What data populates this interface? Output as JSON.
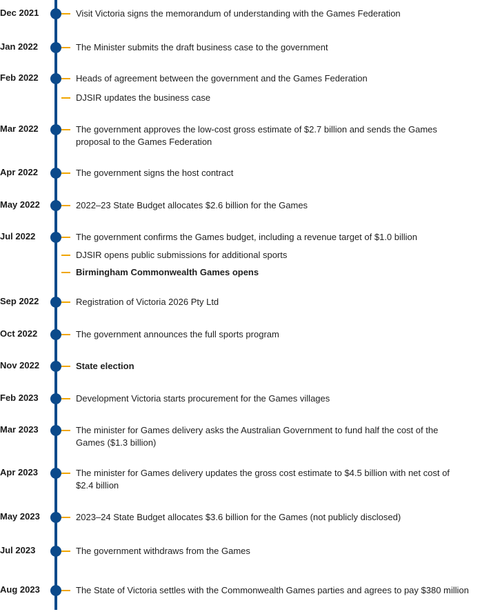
{
  "timeline": {
    "entries": [
      {
        "date": "Dec 2021",
        "events": [
          {
            "text": "Visit Victoria signs the memorandum of understanding with the Games Federation"
          }
        ]
      },
      {
        "date": "Jan 2022",
        "events": [
          {
            "text": "The Minister submits the draft business case to the government"
          }
        ]
      },
      {
        "date": "Feb 2022",
        "events": [
          {
            "text": "Heads of agreement between the government and the Games Federation"
          },
          {
            "text": "DJSIR updates the business case"
          }
        ]
      },
      {
        "date": "Mar 2022",
        "events": [
          {
            "text": "The government approves the low-cost gross estimate of $2.7 billion and sends the Games proposal to the Games Federation"
          }
        ]
      },
      {
        "date": "Apr 2022",
        "events": [
          {
            "text": "The government signs the host contract"
          }
        ]
      },
      {
        "date": "May 2022",
        "events": [
          {
            "text": "2022–23 State Budget allocates $2.6 billion for the Games"
          }
        ]
      },
      {
        "date": "Jul 2022",
        "events": [
          {
            "text": "The government confirms the Games budget, including a revenue target of $1.0 billion"
          },
          {
            "text": "DJSIR opens public submissions for additional sports"
          },
          {
            "text": "Birmingham Commonwealth Games opens",
            "bold": true
          }
        ]
      },
      {
        "date": "Sep 2022",
        "events": [
          {
            "text": "Registration of Victoria 2026 Pty Ltd"
          }
        ]
      },
      {
        "date": "Oct 2022",
        "events": [
          {
            "text": "The government announces the full sports program"
          }
        ]
      },
      {
        "date": "Nov 2022",
        "events": [
          {
            "text": "State election",
            "bold": true
          }
        ]
      },
      {
        "date": "Feb 2023",
        "events": [
          {
            "text": "Development Victoria starts procurement for the Games villages"
          }
        ]
      },
      {
        "date": "Mar 2023",
        "events": [
          {
            "text": "The minister for Games delivery asks the Australian Government to fund half the cost of the Games ($1.3 billion)"
          }
        ]
      },
      {
        "date": "Apr 2023",
        "events": [
          {
            "text": "The minister for Games delivery updates the gross cost estimate to $4.5 billion with net cost of $2.4 billion"
          }
        ]
      },
      {
        "date": "May 2023",
        "events": [
          {
            "text": "2023–24 State Budget allocates $3.6 billion for the Games (not publicly disclosed)"
          }
        ]
      },
      {
        "date": "Jul 2023",
        "events": [
          {
            "text": "The government withdraws from the Games"
          }
        ]
      },
      {
        "date": "Aug 2023",
        "events": [
          {
            "text": "The State of Victoria settles with the Commonwealth Games parties and agrees to pay $380 million"
          }
        ]
      }
    ]
  }
}
